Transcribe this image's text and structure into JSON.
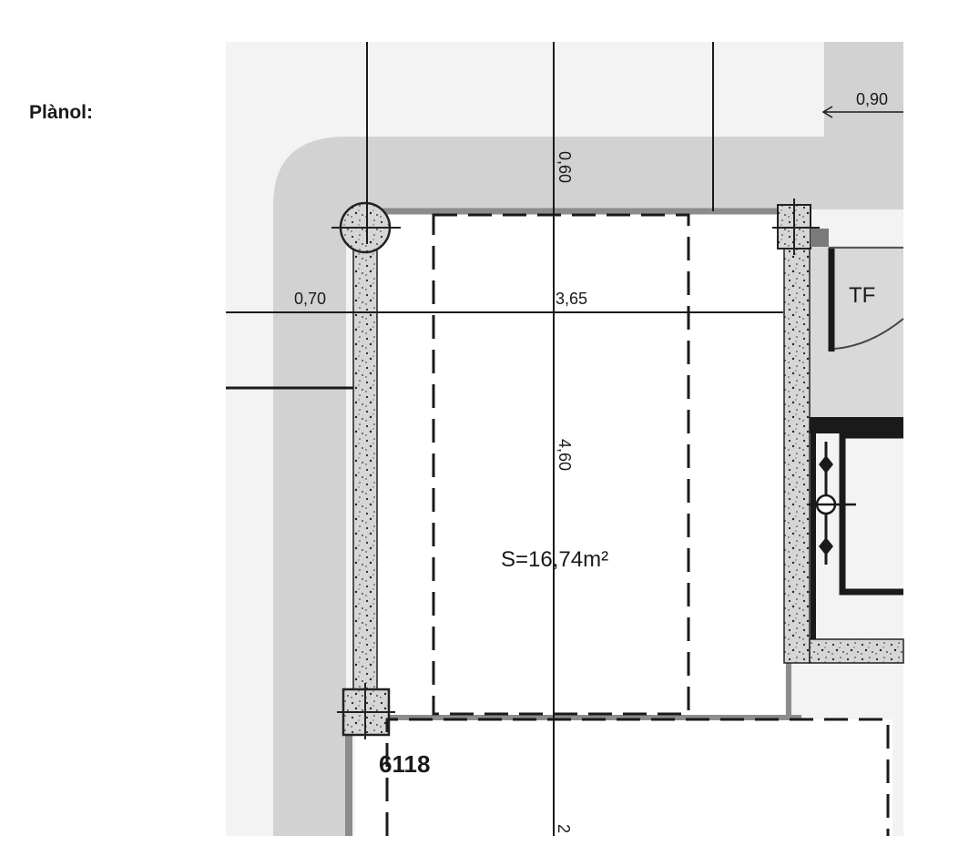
{
  "header": {
    "section_label": "Plànol:"
  },
  "plan": {
    "area_label": "S=16,74m²",
    "unit_number": "6118",
    "utility_label": "TF",
    "dimensions": {
      "top_right": "0,90",
      "top_clearance": "0,60",
      "left_clearance": "0,70",
      "width": "3,65",
      "depth": "4,60",
      "cut_off": "2"
    }
  }
}
